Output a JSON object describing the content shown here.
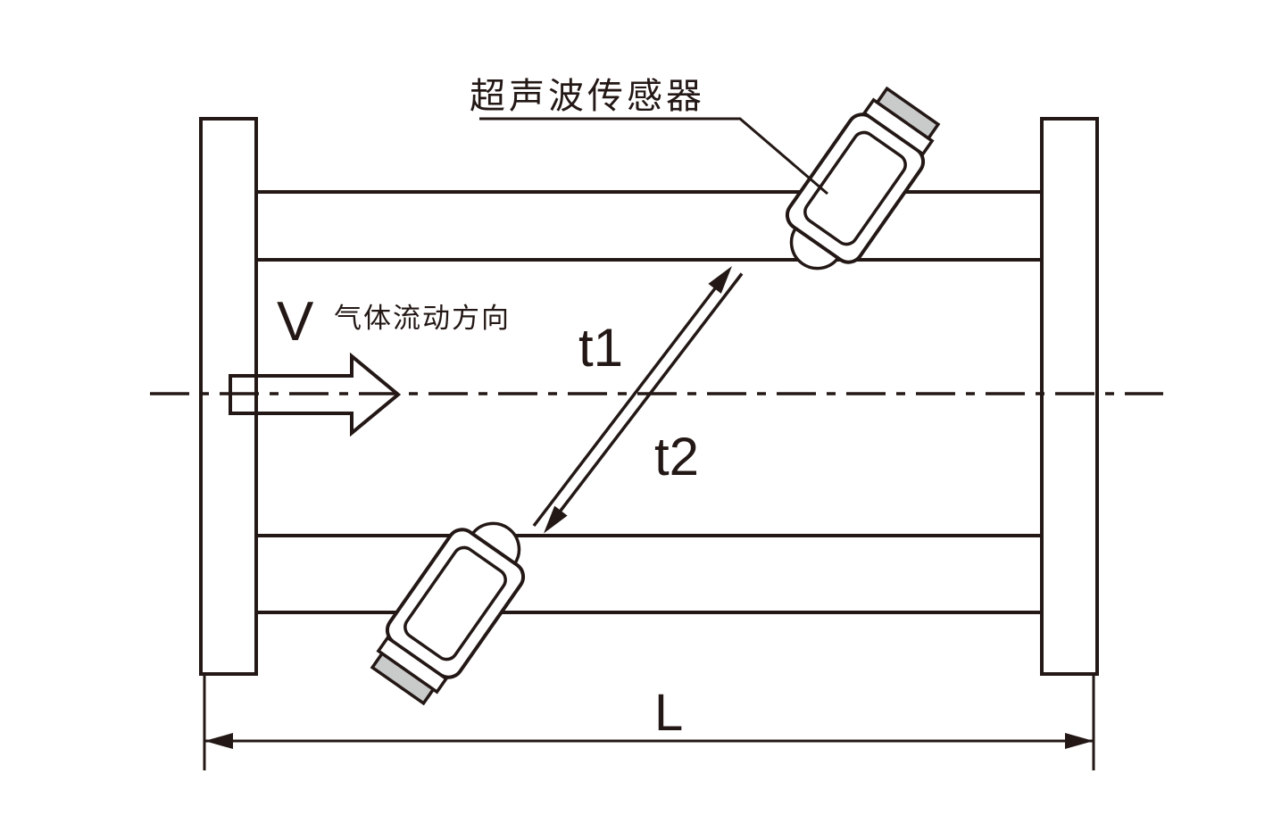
{
  "diagram": {
    "sensor_label": "超声波传感器",
    "velocity_symbol": "V",
    "flow_direction_label": "气体流动方向",
    "transit_time_1": "t1",
    "transit_time_2": "t2",
    "length_label": "L",
    "colors": {
      "line": "#231815",
      "sensor_cap": "#c9caca",
      "background": "#ffffff"
    }
  }
}
